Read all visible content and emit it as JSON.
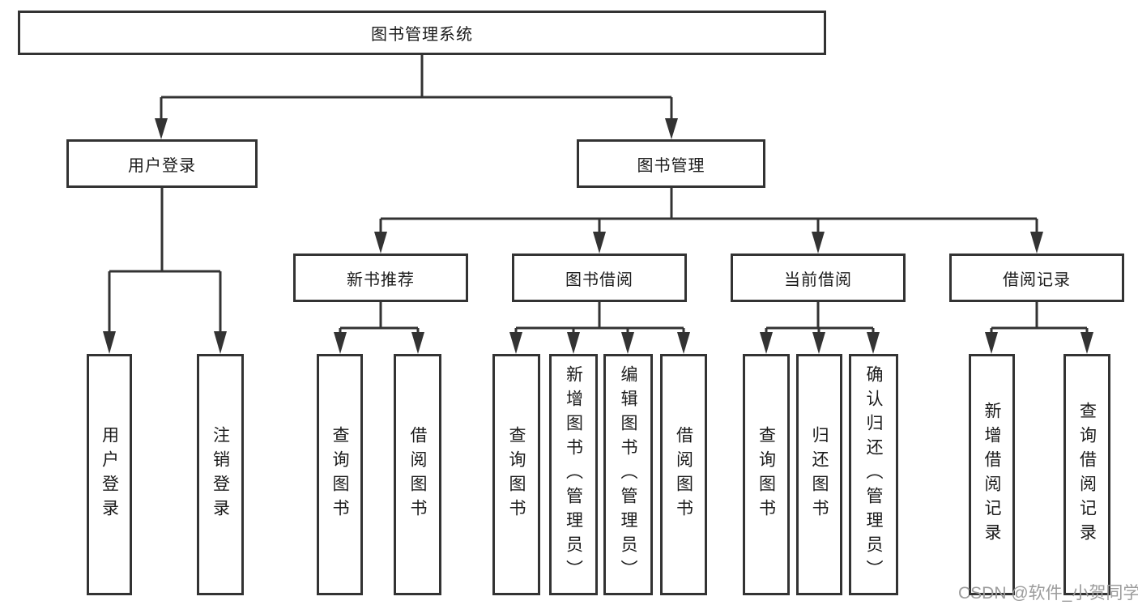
{
  "diagram": {
    "root": {
      "label": "图书管理系统"
    },
    "branches": [
      {
        "label": "用户登录",
        "children": [
          {
            "label": "用户登录"
          },
          {
            "label": "注销登录"
          }
        ]
      },
      {
        "label": "图书管理",
        "children": [
          {
            "label": "新书推荐",
            "children": [
              {
                "label": "查询图书"
              },
              {
                "label": "借阅图书"
              }
            ]
          },
          {
            "label": "图书借阅",
            "children": [
              {
                "label": "查询图书"
              },
              {
                "label": "新增图书（管理员）"
              },
              {
                "label": "编辑图书（管理员）"
              },
              {
                "label": "借阅图书"
              }
            ]
          },
          {
            "label": "当前借阅",
            "children": [
              {
                "label": "查询图书"
              },
              {
                "label": "归还图书"
              },
              {
                "label": "确认归还（管理员）"
              }
            ]
          },
          {
            "label": "借阅记录",
            "children": [
              {
                "label": "新增借阅记录"
              },
              {
                "label": "查询借阅记录"
              }
            ]
          }
        ]
      }
    ]
  },
  "watermark": {
    "text": "CSDN @软件_小贺同学"
  },
  "colors": {
    "line": "#333333",
    "border": "#333333",
    "text": "#1b1b1b",
    "watermark": "#9c9c9c",
    "background": "#ffffff"
  }
}
